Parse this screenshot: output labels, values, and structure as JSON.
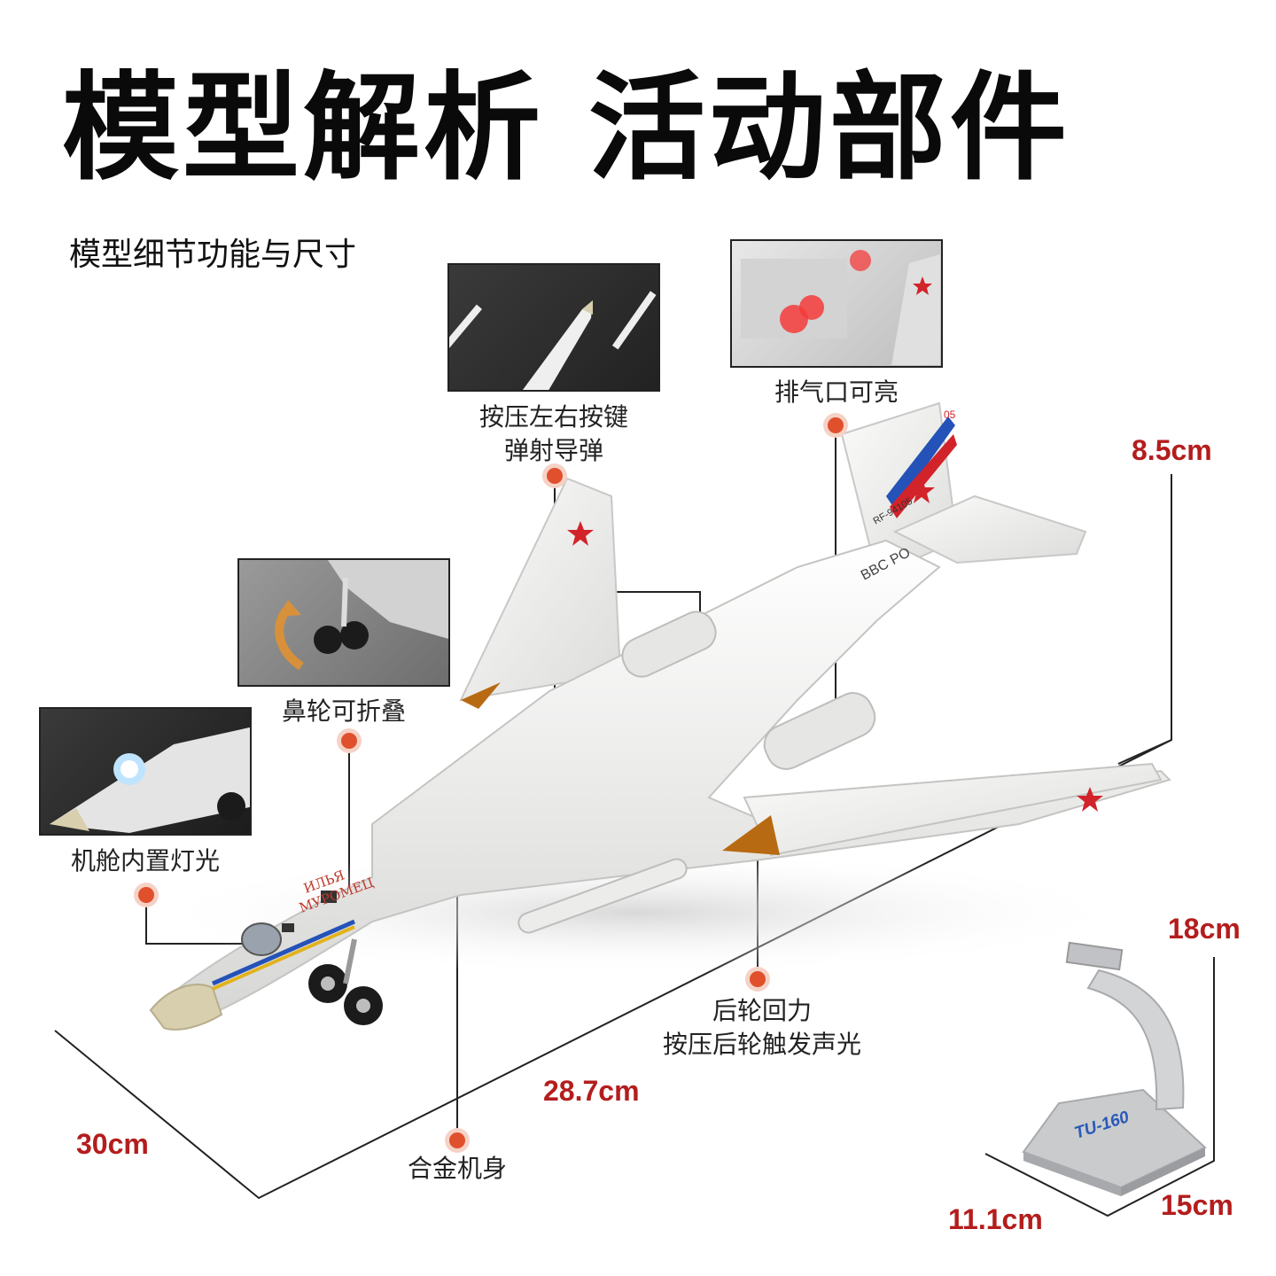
{
  "header": {
    "title": "模型解析 活动部件",
    "subtitle": "模型细节功能与尺寸"
  },
  "features": {
    "missile": [
      "按压左右按键",
      "弹射导弹"
    ],
    "exhaust": "排气口可亮",
    "nose_gear": "鼻轮可折叠",
    "cockpit": "机舱内置灯光",
    "rear_gear": [
      "后轮回力",
      "按压后轮触发声光"
    ],
    "body": "合金机身"
  },
  "dimensions": {
    "height": "8.5cm",
    "length": "30cm",
    "wingspan": "28.7cm",
    "stand_height": "18cm",
    "stand_depth": "15cm",
    "stand_width": "11.1cm"
  },
  "model": {
    "stand_label": "TU-160",
    "tail_registration": "RF-94105",
    "fuselage_text": "BBC PO",
    "nose_name": [
      "ИЛЬЯ",
      "МУРОМЕЦ"
    ],
    "tail_number": "05"
  },
  "colors": {
    "accent_red": "#b41d1d",
    "marker": "#e0502c",
    "body_white": "#f2f2f0",
    "nose_cone": "#d8cfae",
    "wing_glove": "#b86a12"
  },
  "icons": {
    "arrow": "curved-arrow-icon",
    "star": "red-star-roundel-icon"
  }
}
